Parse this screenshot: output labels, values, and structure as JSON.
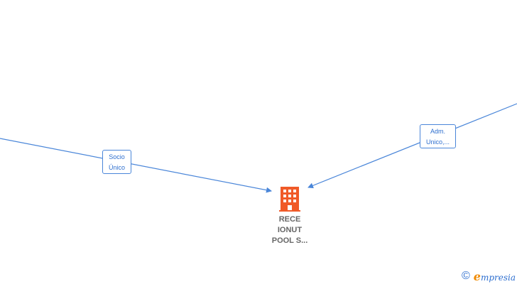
{
  "diagram": {
    "edges": [
      {
        "id": "socio",
        "label_lines": [
          "Socio",
          "Único"
        ]
      },
      {
        "id": "adm",
        "label_lines": [
          "Adm.",
          "Unico,..."
        ]
      }
    ],
    "company": {
      "name_lines": [
        "RECE",
        "IONUT",
        "POOL S..."
      ],
      "icon": "building-icon",
      "icon_color": "#f05a28"
    }
  },
  "colors": {
    "edge": "#4a86d9",
    "label_text": "#2e6fcf",
    "brand_accent": "#f08a00"
  },
  "footer": {
    "copyright_symbol": "©",
    "brand_initial": "e",
    "brand_rest": "mpresia"
  }
}
